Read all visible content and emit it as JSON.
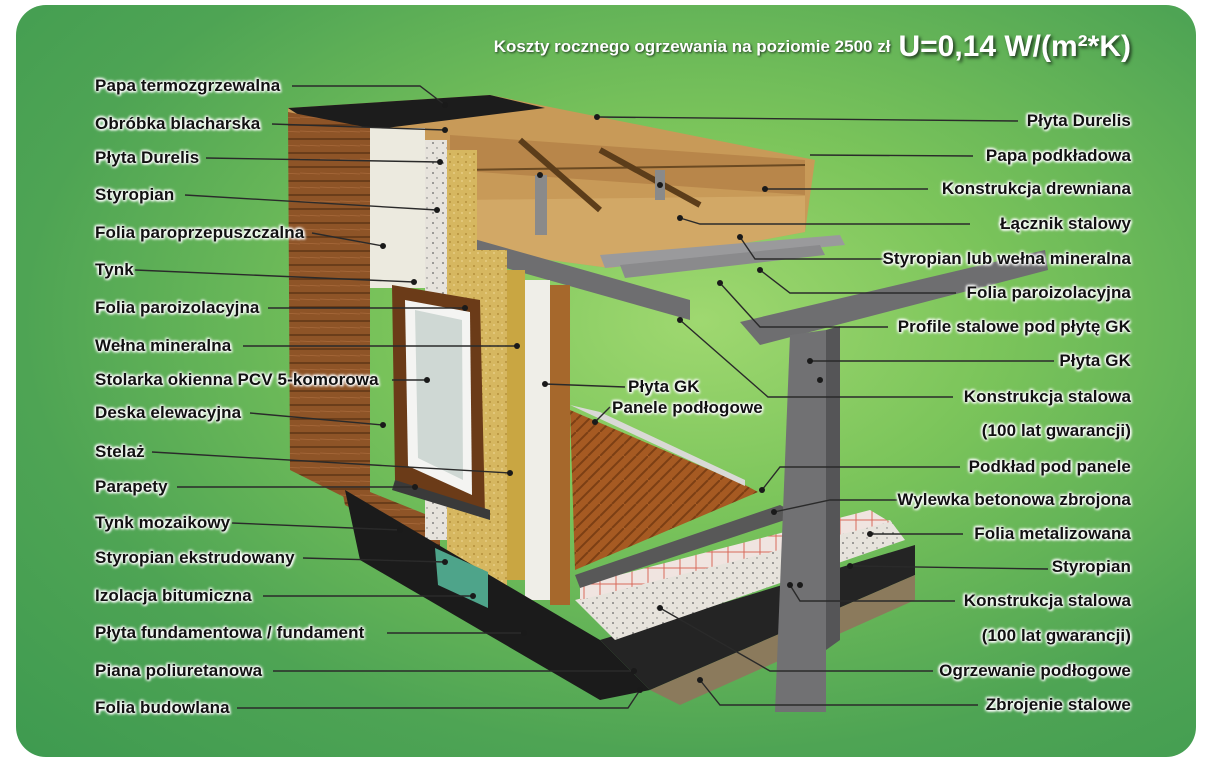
{
  "header": {
    "cost": "Koszty rocznego ogrzewania na poziomie 2500 zł",
    "u_value": "U=0,14 W/(m²*K)"
  },
  "left_labels": [
    "Papa termozgrzewalna",
    "Obróbka blacharska",
    "Płyta Durelis",
    "Styropian",
    "Folia paroprzepuszczalna",
    "Tynk",
    "Folia paroizolacyjna",
    "Wełna mineralna",
    "Stolarka okienna PCV 5-komorowa",
    "Deska elewacyjna",
    "Stelaż",
    "Parapety",
    "Tynk mozaikowy",
    "Styropian ekstrudowany",
    "Izolacja bitumiczna",
    "Płyta fundamentowa / fundament",
    "Piana poliuretanowa",
    "Folia budowlana"
  ],
  "right_labels": [
    "Płyta Durelis",
    "Papa podkładowa",
    "Konstrukcja drewniana",
    "Łącznik stalowy",
    "Styropian lub wełna mineralna",
    "Folia paroizolacyjna",
    "Profile stalowe pod płytę GK",
    "Płyta GK",
    "Konstrukcja stalowa",
    "(100 lat gwarancji)",
    "Podkład pod panele",
    "Wylewka betonowa zbrojona",
    "Folia metalizowana",
    "Styropian",
    "Konstrukcja stalowa",
    "(100 lat gwarancji)",
    "Ogrzewanie podłogowe",
    "Zbrojenie stalowe"
  ],
  "center_labels": [
    "Płyta GK",
    "Panele podłogowe"
  ],
  "colors": {
    "background": "#5aad55",
    "wood_facade": "#8a4f25",
    "timber": "#c99a5c",
    "steel": "#6e6e70",
    "insulation": "#d9c67a",
    "bitumen": "#1b1b1b"
  }
}
